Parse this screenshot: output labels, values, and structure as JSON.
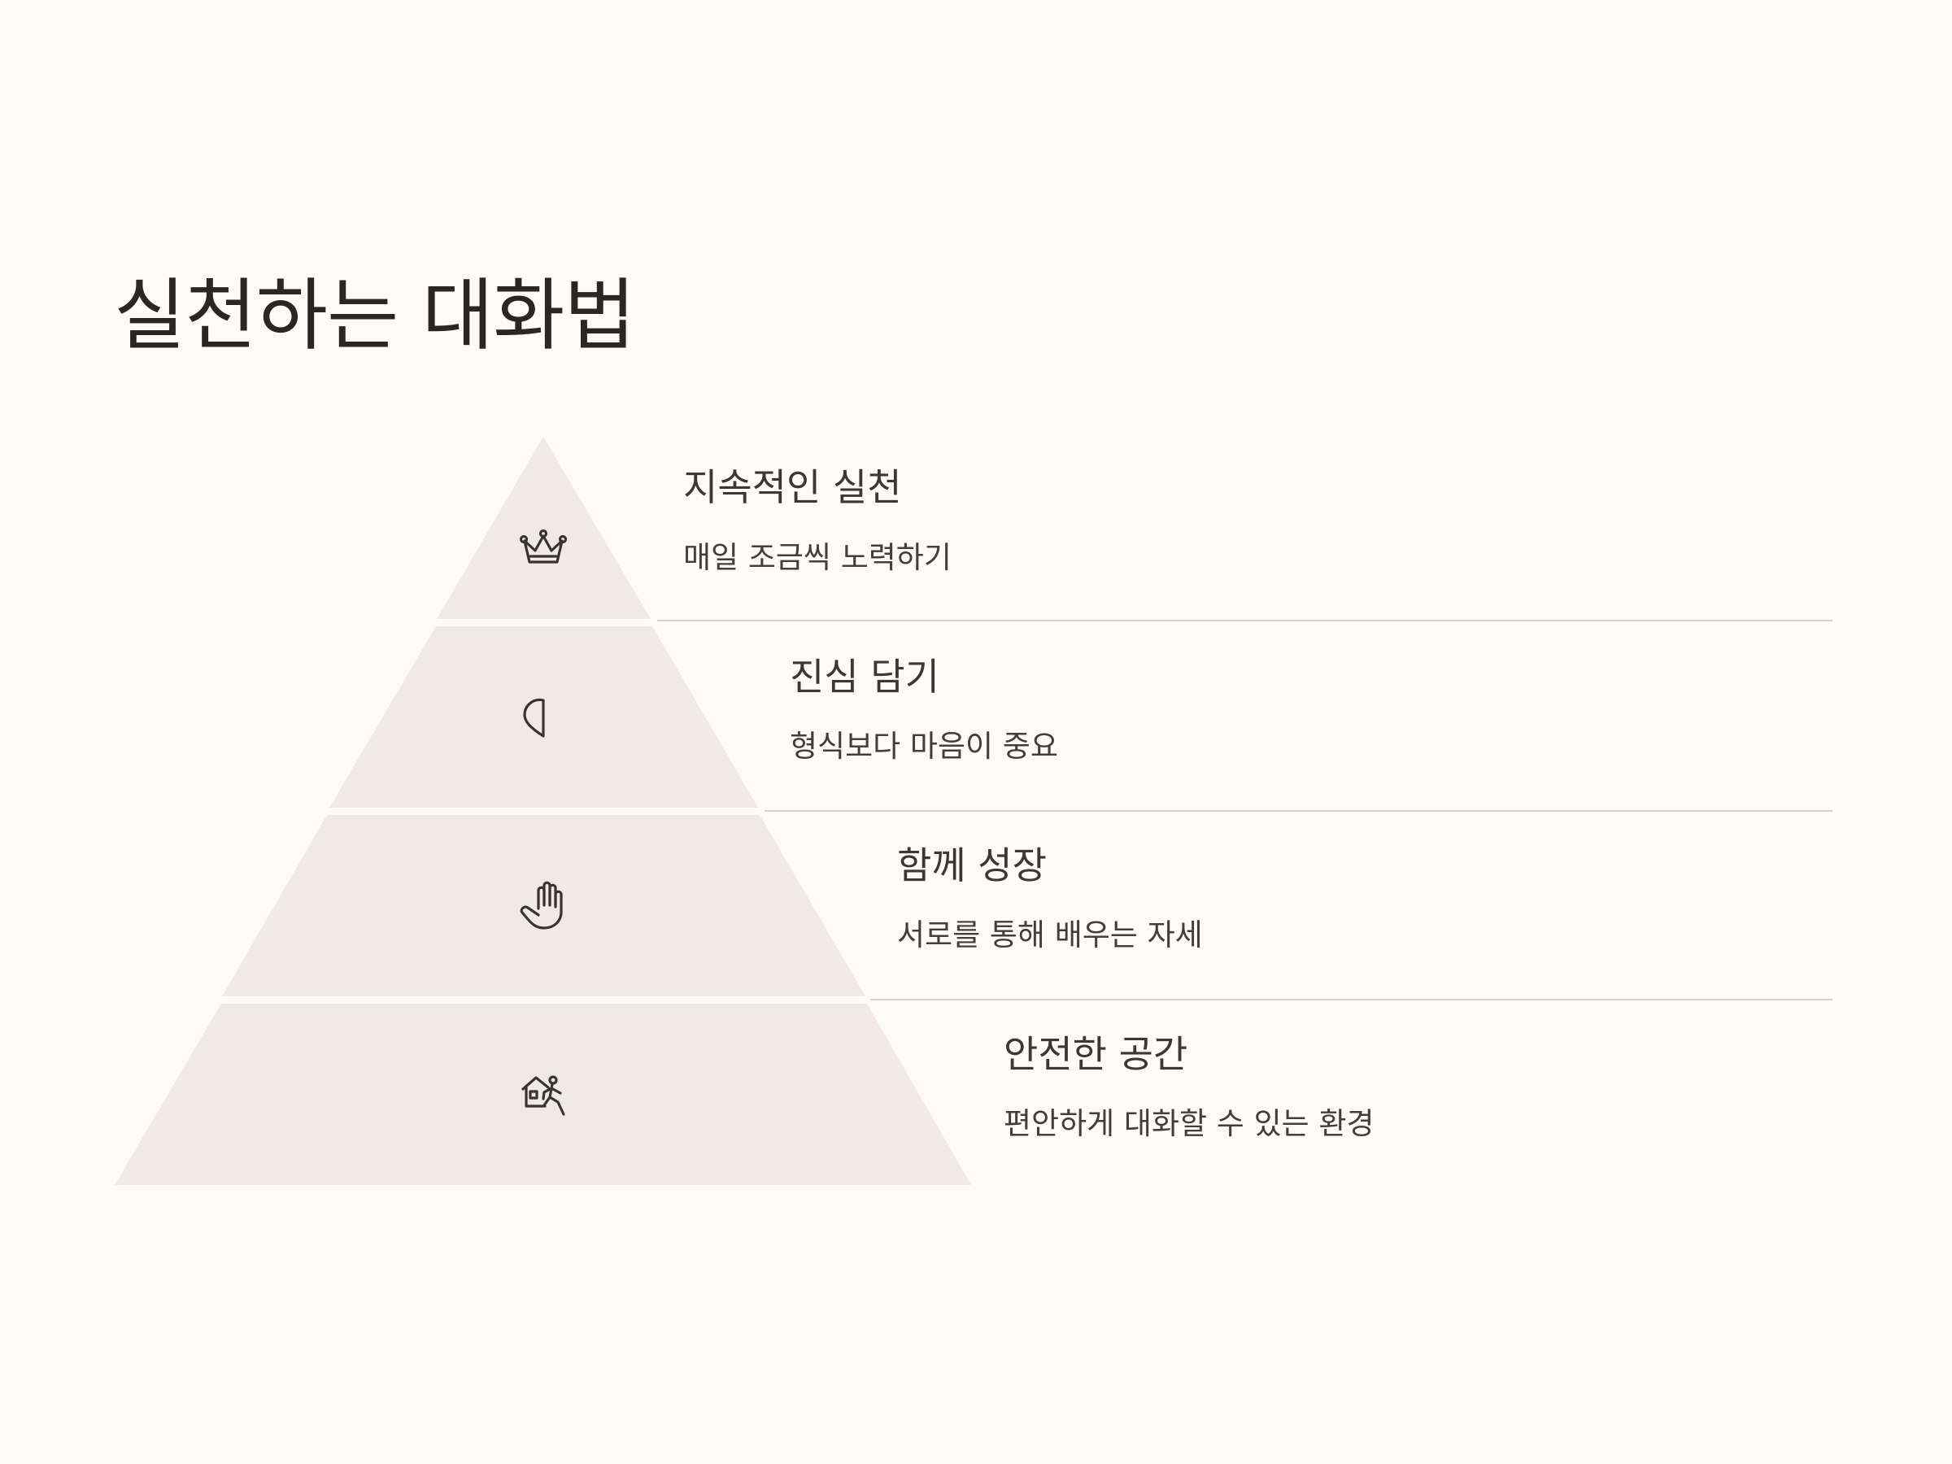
{
  "title": "실천하는 대화법",
  "colors": {
    "background": "#fdfaf9",
    "tier_fill": "#f1e9e8",
    "divider": "#d6d0cf",
    "text": "#3c3636"
  },
  "tiers": [
    {
      "heading": "지속적인 실천",
      "description": "매일 조금씩 노력하기",
      "icon": "crown-icon"
    },
    {
      "heading": "진심 담기",
      "description": "형식보다 마음이 중요",
      "icon": "half-heart-icon"
    },
    {
      "heading": "함께 성장",
      "description": "서로를 통해 배우는 자세",
      "icon": "hand-icon"
    },
    {
      "heading": "안전한 공간",
      "description": "편안하게 대화할 수 있는 환경",
      "icon": "home-walking-icon"
    }
  ]
}
